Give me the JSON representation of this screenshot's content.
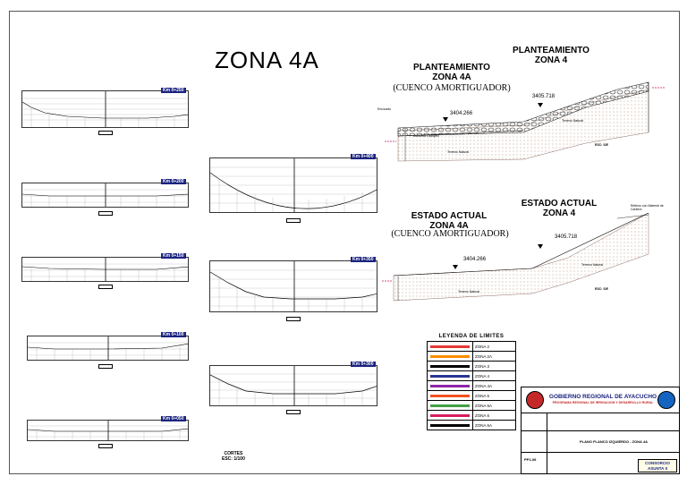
{
  "zona_title": "ZONA 4A",
  "sheet": {
    "cortes_title": "CORTES",
    "cortes_scale": "ESC: 1/100"
  },
  "profiles": [
    {
      "km": "Km 0+250"
    },
    {
      "km": "Km 0+400"
    },
    {
      "km": "Km 0+200"
    },
    {
      "km": "Km 0+350"
    },
    {
      "km": "Km 0+150"
    },
    {
      "km": "Km 0+100"
    },
    {
      "km": "Km 0+300"
    },
    {
      "km": "Km 0+050"
    }
  ],
  "planteamiento_4a": {
    "title": "PLANTEAMIENTO",
    "zona": "ZONA 4A",
    "sub": "(CUENCO AMORTIGUADOR)"
  },
  "planteamiento_4": {
    "title": "PLANTEAMIENTO",
    "zona": "ZONA 4"
  },
  "estado_4a": {
    "title": "ESTADO ACTUAL",
    "zona": "ZONA 4A",
    "sub": "(CUENCO AMORTIGUADOR)"
  },
  "estado_4": {
    "title": "ESTADO ACTUAL",
    "zona": "ZONA 4"
  },
  "elevations": {
    "e1": "3404.266",
    "e2": "3405.718"
  },
  "annotations": {
    "terreno": "Terreno Natural",
    "esc": "ESC: S/E",
    "enrocado": "Enrocado",
    "relleno": "Relleno con Material de Cantera",
    "concreto": "Concreto Ciclopeo"
  },
  "legend": {
    "title": "LEYENDA DE LIMITES",
    "items": [
      {
        "label": "ZONA 2",
        "color": "#e53935"
      },
      {
        "label": "ZONA 2A",
        "color": "#fb8c00"
      },
      {
        "label": "ZONA 3",
        "color": "#000000"
      },
      {
        "label": "ZONA 4",
        "color": "#283593"
      },
      {
        "label": "ZONA 4A",
        "color": "#8e24aa"
      },
      {
        "label": "ZONA 5",
        "color": "#f4511e"
      },
      {
        "label": "ZONA 5A",
        "color": "#43a047"
      },
      {
        "label": "ZONA 6",
        "color": "#d81b60"
      },
      {
        "label": "ZONA 6A",
        "color": "#000000"
      }
    ]
  },
  "title_block": {
    "org": "GOBIERNO REGIONAL DE AYACUCHO",
    "program": "PROGRAMA REGIONAL DE IRRIGACION Y DESARROLLO RURAL",
    "plano": "PLANO FLANCO IZQUIERDO - ZONA 4A",
    "code": "PP1-08",
    "consorcio": "CONSORCIO ASUNTA II",
    "colors": {
      "org": "#1a237e",
      "program": "#c62828",
      "logo_left": "#c62828",
      "logo_right": "#1565c0"
    }
  }
}
